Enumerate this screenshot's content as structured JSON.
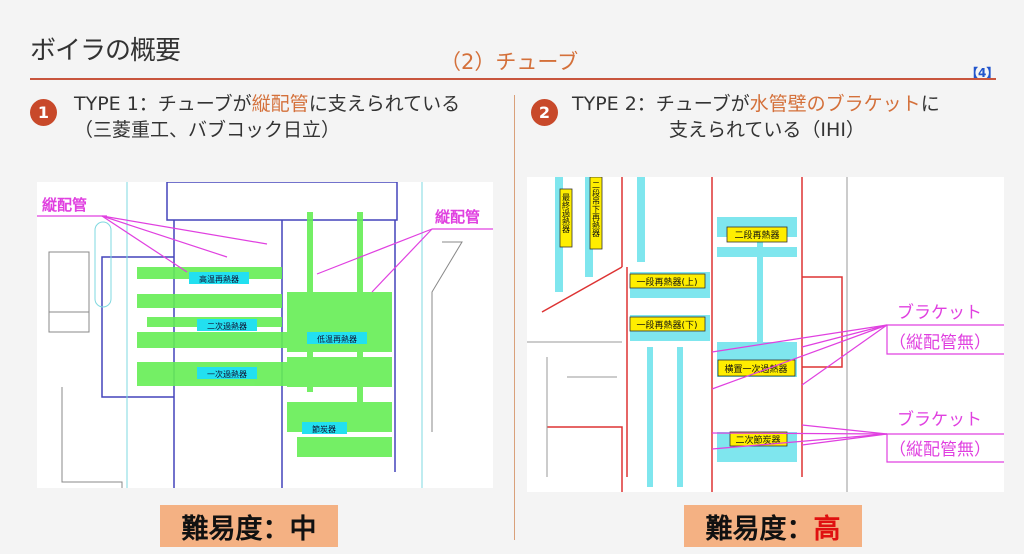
{
  "header": {
    "title": "ボイラの概要",
    "subtitle": "（2）チューブ",
    "page_number": "【4】"
  },
  "type1": {
    "number": "1",
    "line1_pre": "TYPE 1：チューブが",
    "line1_highlight": "縦配管",
    "line1_post": "に支えられている",
    "line2": "（三菱重工、バブコック日立）",
    "diagram": {
      "callouts": [
        "縦配管",
        "縦配管"
      ],
      "labels": [
        "高温再熱器",
        "二次過熱器",
        "低温再熱器",
        "一次過熱器",
        "節炭器"
      ]
    },
    "difficulty_label": "難易度：",
    "difficulty_value": "中"
  },
  "type2": {
    "number": "2",
    "line1_pre": "TYPE 2：チューブが",
    "line1_highlight": "水管壁のブラケット",
    "line1_post": "に",
    "line2": "支えられている（IHI）",
    "diagram": {
      "callouts": [
        {
          "title": "ブラケット",
          "sub": "（縦配管無）"
        },
        {
          "title": "ブラケット",
          "sub": "（縦配管無）"
        }
      ],
      "labels": [
        "二段再熱器",
        "一段再熱器(上)",
        "一段再熱器(下)",
        "横置一次過熱器",
        "二次節炭器"
      ],
      "vertical_labels": [
        "最終過熱器",
        "二段吊下再熱器"
      ]
    },
    "difficulty_label": "難易度：",
    "difficulty_value": "高"
  },
  "colors": {
    "accent": "#c8492a",
    "highlight": "#d4703a",
    "difficulty_bg": "#f4b183",
    "high": "#e01010",
    "callout": "#e040e0"
  }
}
